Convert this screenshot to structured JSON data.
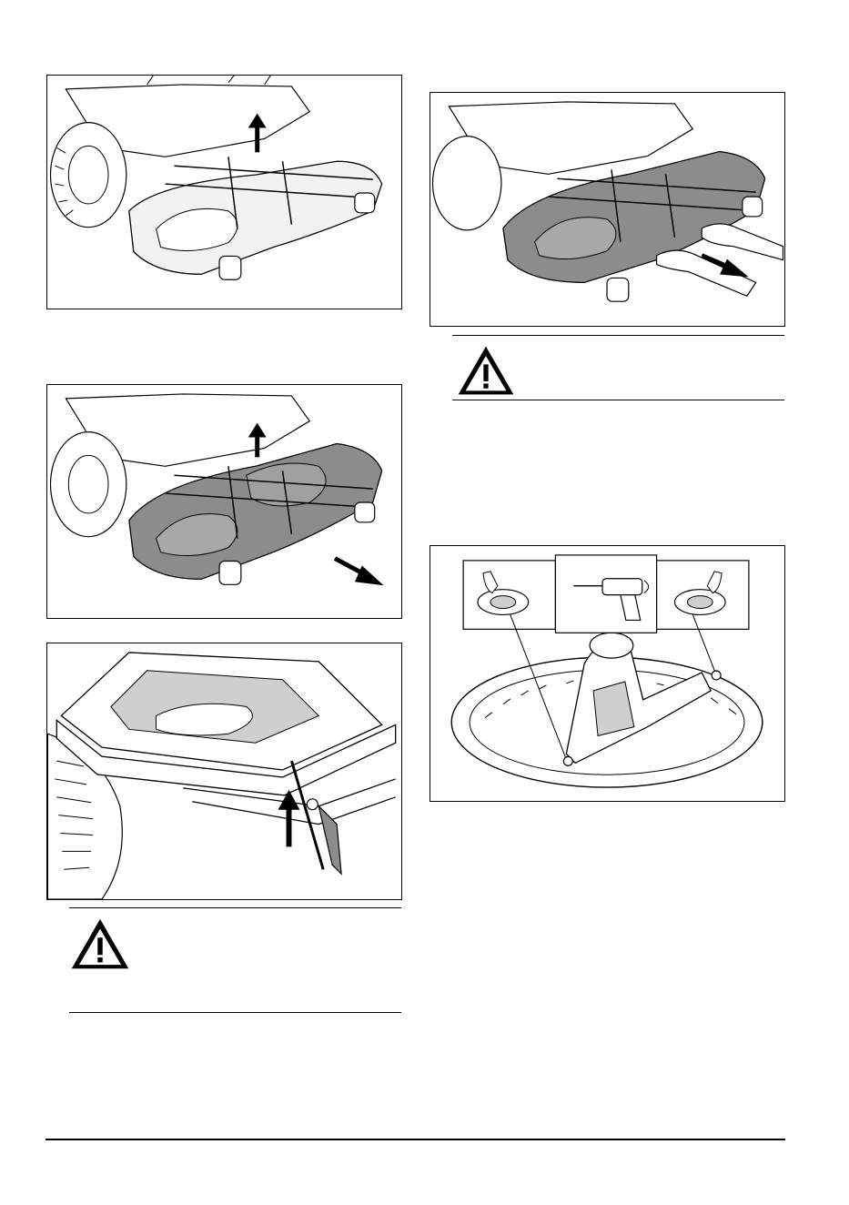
{
  "page": {
    "figures": [
      {
        "id": "fig1",
        "depicts": "raise-deck-illustration"
      },
      {
        "id": "fig2",
        "depicts": "pull-out-deck-illustration"
      },
      {
        "id": "fig3",
        "depicts": "remove-deck-from-side-illustration"
      },
      {
        "id": "fig4",
        "depicts": "lift-lever-illustration"
      },
      {
        "id": "fig5",
        "depicts": "blade-drill-illustration"
      }
    ],
    "warnings": [
      {
        "id": "warning-right",
        "icon": "warning-triangle-icon"
      },
      {
        "id": "warning-left",
        "icon": "warning-triangle-icon"
      }
    ],
    "colors": {
      "line": "#000000",
      "deck_shade": "#8c8c8c",
      "light_shade": "#cfcfcf"
    }
  }
}
